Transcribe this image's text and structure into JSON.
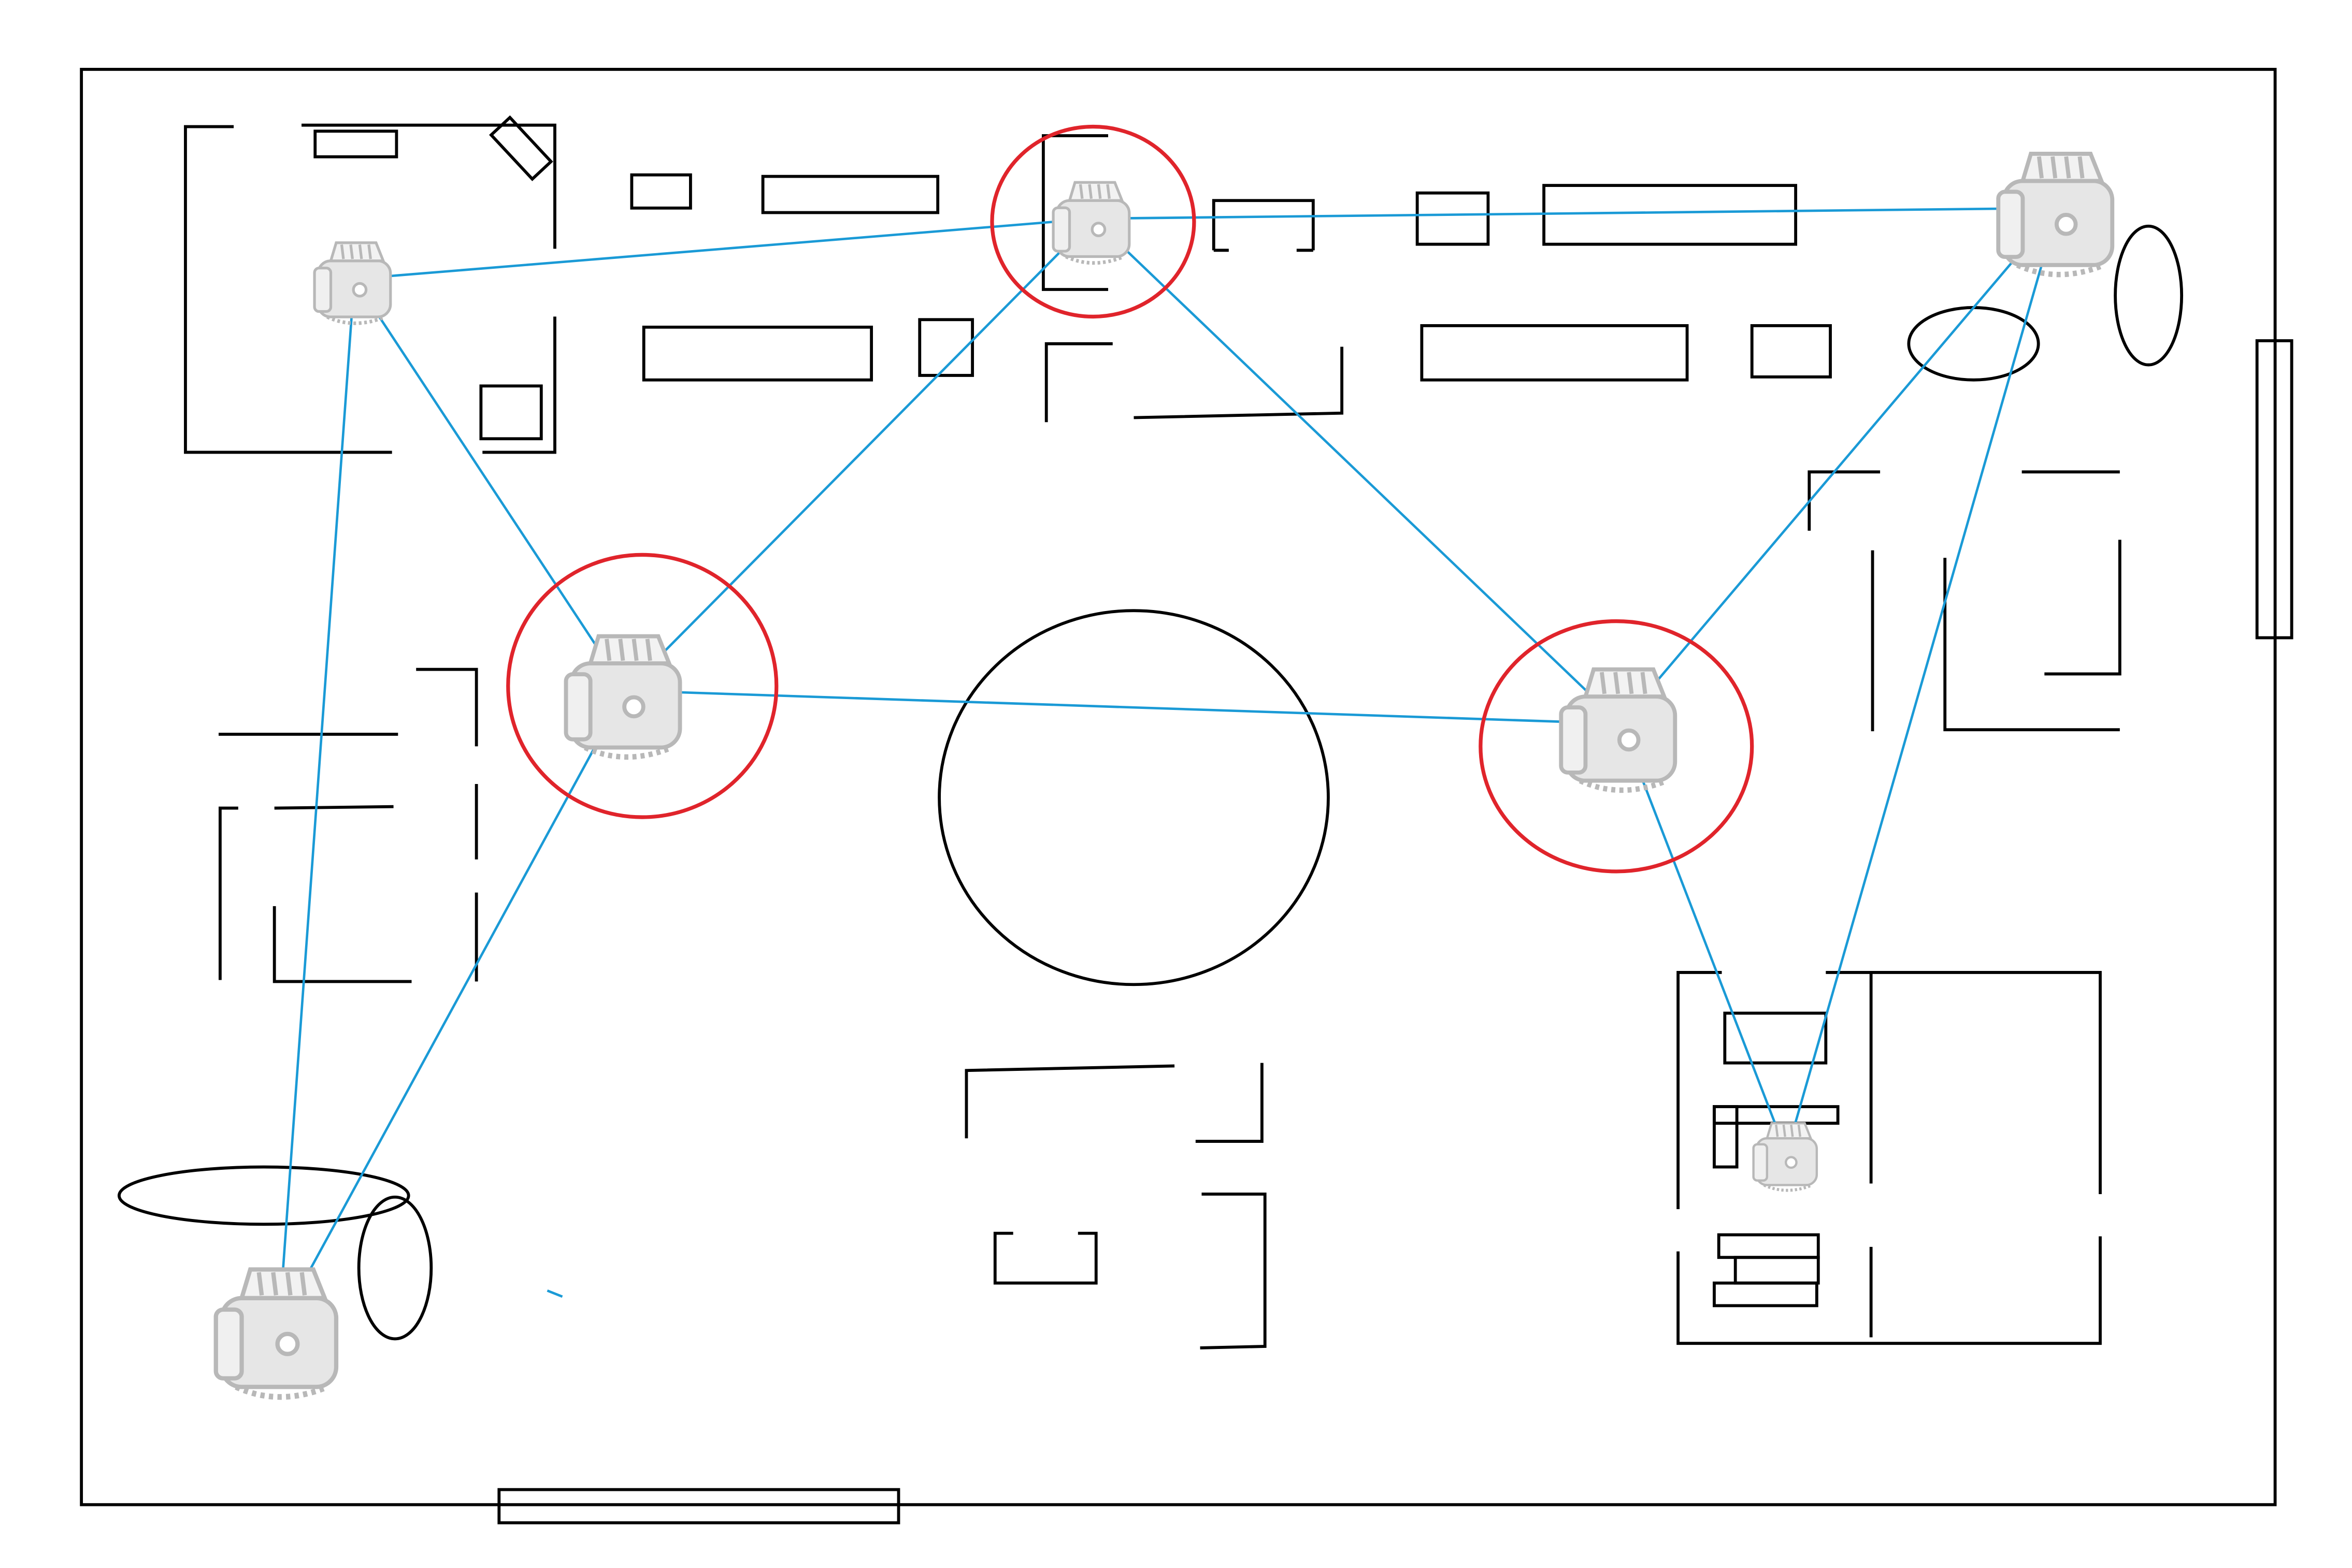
{
  "colors": {
    "walls": "#000000",
    "links": "#1a9ad6",
    "highlight": "#e0242b",
    "robot": "#b8b8b8"
  },
  "robots": [
    {
      "id": "r1",
      "icon": "robot-icon",
      "highlighted": false
    },
    {
      "id": "r2",
      "icon": "robot-icon",
      "highlighted": true
    },
    {
      "id": "r3",
      "icon": "robot-icon",
      "highlighted": false
    },
    {
      "id": "r4",
      "icon": "robot-icon",
      "highlighted": true
    },
    {
      "id": "r5",
      "icon": "robot-icon",
      "highlighted": true
    },
    {
      "id": "r6",
      "icon": "robot-icon",
      "highlighted": false
    },
    {
      "id": "r7",
      "icon": "robot-icon",
      "highlighted": false
    }
  ],
  "links": [
    [
      "r1",
      "r2"
    ],
    [
      "r2",
      "r3"
    ],
    [
      "r1",
      "r4"
    ],
    [
      "r1",
      "r6"
    ],
    [
      "r2",
      "r4"
    ],
    [
      "r2",
      "r5"
    ],
    [
      "r4",
      "r5"
    ],
    [
      "r4",
      "r6"
    ],
    [
      "r3",
      "r5"
    ],
    [
      "r3",
      "r7"
    ],
    [
      "r5",
      "r7"
    ]
  ]
}
